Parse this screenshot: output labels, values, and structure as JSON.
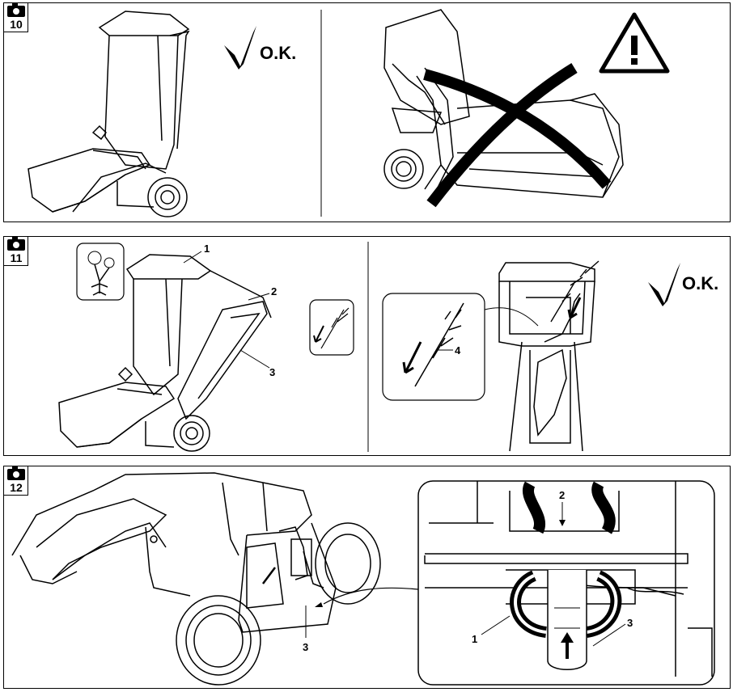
{
  "figures": [
    {
      "number": "10",
      "ok_label": "O.K."
    },
    {
      "number": "11",
      "ok_label": "O.K.",
      "callouts": [
        "1",
        "2",
        "3",
        "4"
      ]
    },
    {
      "number": "12",
      "callouts": [
        "2",
        "1",
        "3",
        "3"
      ]
    }
  ],
  "icons": {
    "warning": "warning-triangle-icon",
    "camera": "camera-icon",
    "check": "checkmark-icon",
    "cross": "cross-out-icon"
  }
}
